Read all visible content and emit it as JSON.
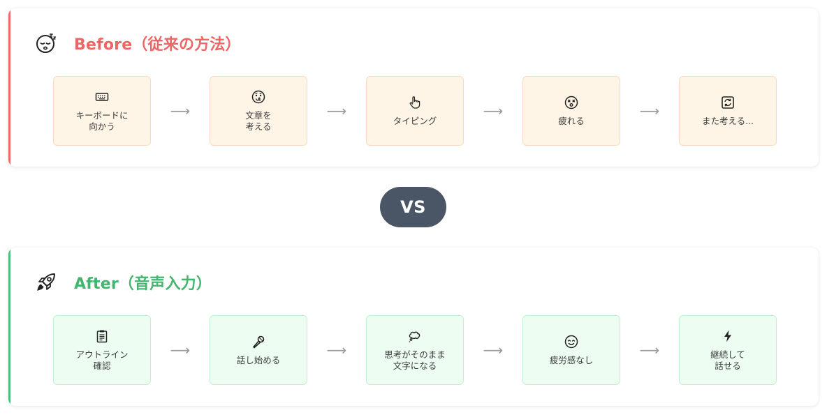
{
  "before": {
    "title": "Before（従来の方法）",
    "icon": "sleeping-face-icon",
    "accent_color": "#ee6565",
    "steps": [
      {
        "label": "キーボードに\n向かう",
        "icon": "keyboard-icon"
      },
      {
        "label": "文章を\n考える",
        "icon": "thinking-face-icon"
      },
      {
        "label": "タイピング",
        "icon": "pointing-hand-icon"
      },
      {
        "label": "疲れる",
        "icon": "dizzy-face-icon"
      },
      {
        "label": "また考える...",
        "icon": "repeat-icon"
      }
    ],
    "arrow": "⟶"
  },
  "vs_label": "VS",
  "after": {
    "title": "After（音声入力）",
    "icon": "rocket-icon",
    "accent_color": "#43b56e",
    "steps": [
      {
        "label": "アウトライン\n確認",
        "icon": "clipboard-icon"
      },
      {
        "label": "話し始める",
        "icon": "microphone-icon"
      },
      {
        "label": "思考がそのまま\n文字になる",
        "icon": "thought-bubble-icon"
      },
      {
        "label": "疲労感なし",
        "icon": "relieved-face-icon"
      },
      {
        "label": "継続して\n話せる",
        "icon": "lightning-icon"
      }
    ],
    "arrow": "⟶"
  }
}
